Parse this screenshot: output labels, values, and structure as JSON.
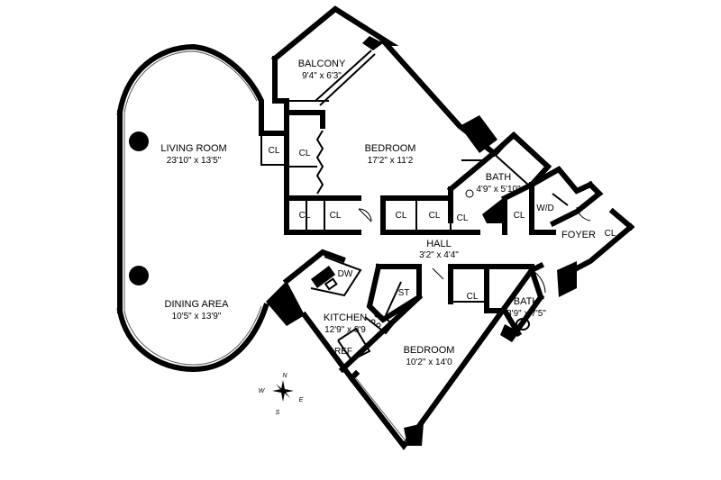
{
  "rooms": {
    "living_room": {
      "name": "LIVING ROOM",
      "dims": "23'10\" x 13'5\""
    },
    "dining_area": {
      "name": "DINING AREA",
      "dims": "10'5\" x 13'9\""
    },
    "balcony": {
      "name": "BALCONY",
      "dims": "9'4\" x 6'3\""
    },
    "bedroom_1": {
      "name": "BEDROOM",
      "dims": "17'2\" x 11'2"
    },
    "bath_1": {
      "name": "BATH",
      "dims": "4'9\" x 5'10\""
    },
    "hall": {
      "name": "HALL",
      "dims": "3'2\" x 4'4\""
    },
    "foyer": {
      "name": "FOYER"
    },
    "kitchen": {
      "name": "KITCHEN",
      "dims": "12'9\" x 8'9"
    },
    "bedroom_2": {
      "name": "BEDROOM",
      "dims": "10'2\" x 14'0"
    },
    "bath_2": {
      "name": "BATH",
      "dims": "3'9\" x 7'5\""
    }
  },
  "fixtures": {
    "closet": "CL",
    "washer_dryer": "W/D",
    "dishwasher": "DW",
    "storage": "ST",
    "refrigerator": "REF"
  },
  "compass": {
    "n": "N",
    "e": "E",
    "s": "S",
    "w": "W"
  }
}
